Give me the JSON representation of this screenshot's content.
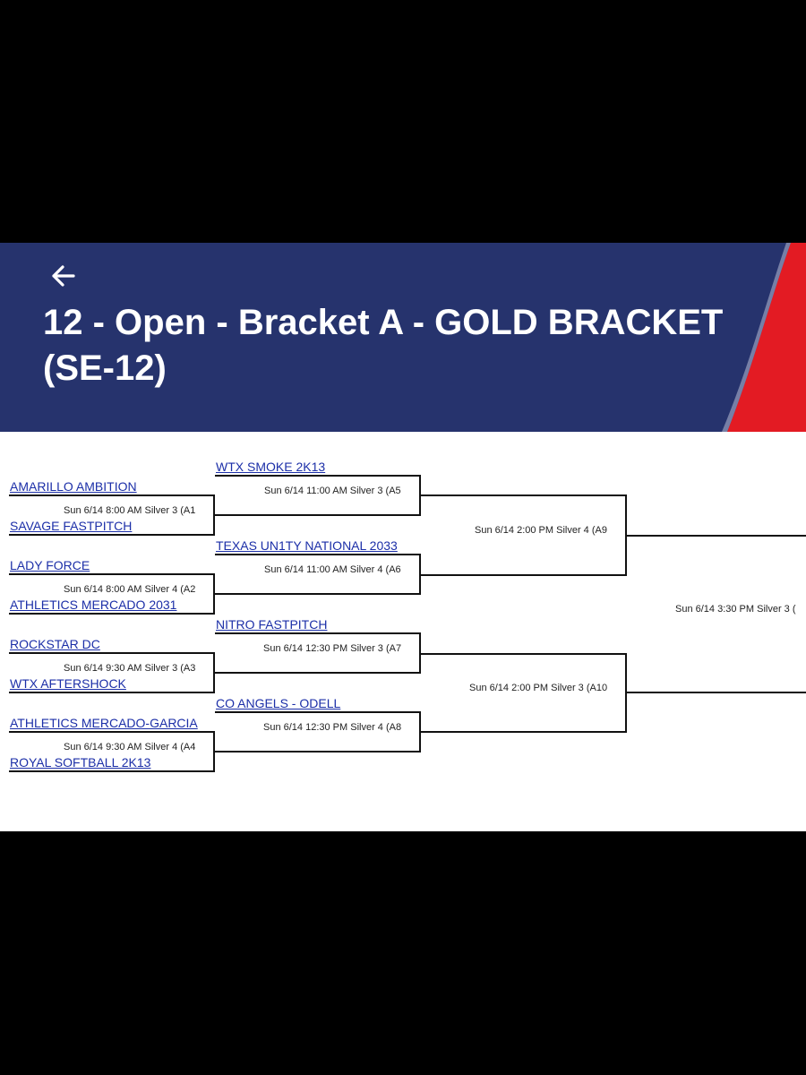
{
  "header": {
    "title": "12 - Open - Bracket A - GOLD BRACKET (SE-12)",
    "back_icon": "arrow-left-icon",
    "colors": {
      "navy": "#26336d",
      "red": "#e31b23",
      "link": "#1c2fa8"
    }
  },
  "bracket": {
    "round1_teams": [
      "AMARILLO AMBITION",
      "SAVAGE FASTPITCH",
      "LADY FORCE",
      "ATHLETICS MERCADO 2031",
      "ROCKSTAR DC",
      "WTX AFTERSHOCK",
      "ATHLETICS MERCADO-GARCIA",
      "ROYAL SOFTBALL 2K13"
    ],
    "round1_games": [
      "Sun 6/14 8:00 AM Silver 3   (A1",
      "Sun 6/14 8:00 AM Silver 4   (A2",
      "Sun 6/14 9:30 AM Silver 3   (A3",
      "Sun 6/14 9:30 AM Silver 4   (A4"
    ],
    "round2_teams": [
      "WTX SMOKE 2K13",
      "TEXAS UN1TY NATIONAL 2033",
      "NITRO FASTPITCH",
      "CO ANGELS - ODELL"
    ],
    "round2_games": [
      "Sun 6/14 11:00 AM Silver 3   (A5",
      "Sun 6/14 11:00 AM Silver 4   (A6",
      "Sun 6/14 12:30 PM Silver 3   (A7",
      "Sun 6/14 12:30 PM Silver 4   (A8"
    ],
    "round3_games": [
      "Sun 6/14 2:00 PM Silver 4   (A9",
      "Sun 6/14 2:00 PM Silver 3   (A10"
    ],
    "round4_games": [
      "Sun 6/14 3:30 PM Silver 3   ("
    ]
  }
}
